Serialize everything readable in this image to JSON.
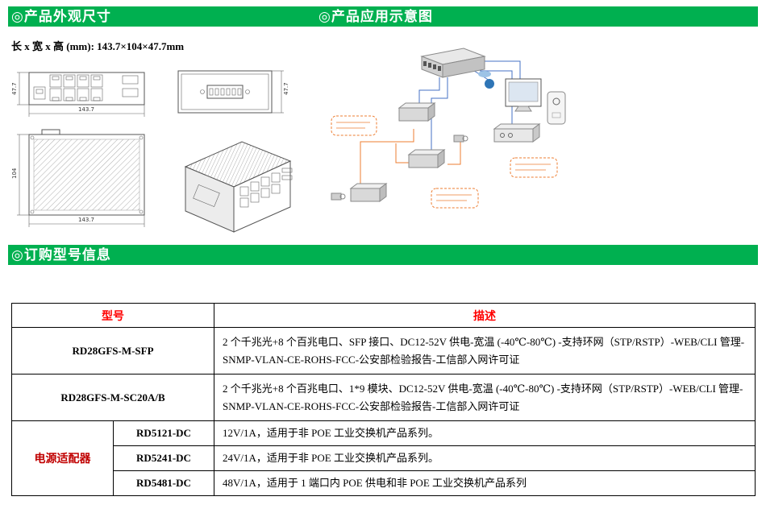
{
  "sections": {
    "appearance_title": "◎产品外观尺寸",
    "application_title": "◎产品应用示意图",
    "ordering_title": "◎订购型号信息"
  },
  "colors": {
    "section_bar": "#00B050",
    "table_header_text": "#FF0000",
    "adapter_label_text": "#C00000"
  },
  "dimensions_note": "长 x 宽 x 高 (mm): 143.7×104×47.7mm",
  "drawings": {
    "front": {
      "width": "143.7",
      "height": "47.7"
    },
    "top_terminal": {
      "height": "47.7"
    },
    "vent": {
      "depth": "104",
      "width": "143.7"
    }
  },
  "table": {
    "headers": {
      "model": "型号",
      "description": "描述"
    },
    "rows": [
      {
        "model": "RD28GFS-M-SFP",
        "description": "2 个千兆光+8 个百兆电口、SFP 接口、DC12-52V 供电-宽温 (-40℃-80℃) -支持环网（STP/RSTP）-WEB/CLI 管理-SNMP-VLAN-CE-ROHS-FCC-公安部检验报告-工信部入网许可证"
      },
      {
        "model": "RD28GFS-M-SC20A/B",
        "description": "2 个千兆光+8 个百兆电口、1*9 模块、DC12-52V 供电-宽温 (-40℃-80℃) -支持环网（STP/RSTP）-WEB/CLI 管理-SNMP-VLAN-CE-ROHS-FCC-公安部检验报告-工信部入网许可证"
      }
    ],
    "adapter": {
      "label": "电源适配器",
      "rows": [
        {
          "model": "RD5121-DC",
          "description": "12V/1A，适用于非 POE 工业交换机产品系列。"
        },
        {
          "model": "RD5241-DC",
          "description": "24V/1A，适用于非 POE 工业交换机产品系列。"
        },
        {
          "model": "RD5481-DC",
          "description": "48V/1A，适用于 1 端口内 POE 供电和非 POE 工业交换机产品系列"
        }
      ]
    }
  }
}
